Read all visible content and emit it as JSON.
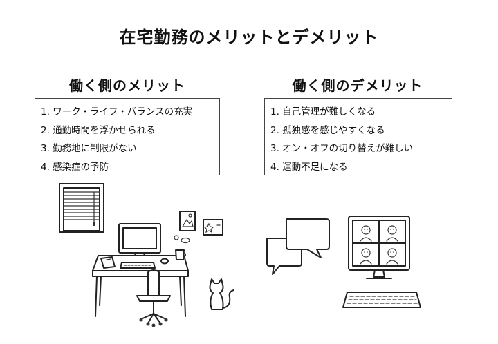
{
  "title": "在宅勤務のメリットとデメリット",
  "merits": {
    "heading": "働く側のメリット",
    "items": [
      "1. ワーク・ライフ・バランスの充実",
      "2. 通勤時間を浮かせられる",
      "3. 勤務地に制限がない",
      "4. 感染症の予防"
    ]
  },
  "demerits": {
    "heading": "働く側のデメリット",
    "items": [
      "1. 自己管理が難しくなる",
      "2. 孤独感を感じやすくなる",
      "3. オン・オフの切り替えが難しい",
      "4. 運動不足になる"
    ]
  }
}
